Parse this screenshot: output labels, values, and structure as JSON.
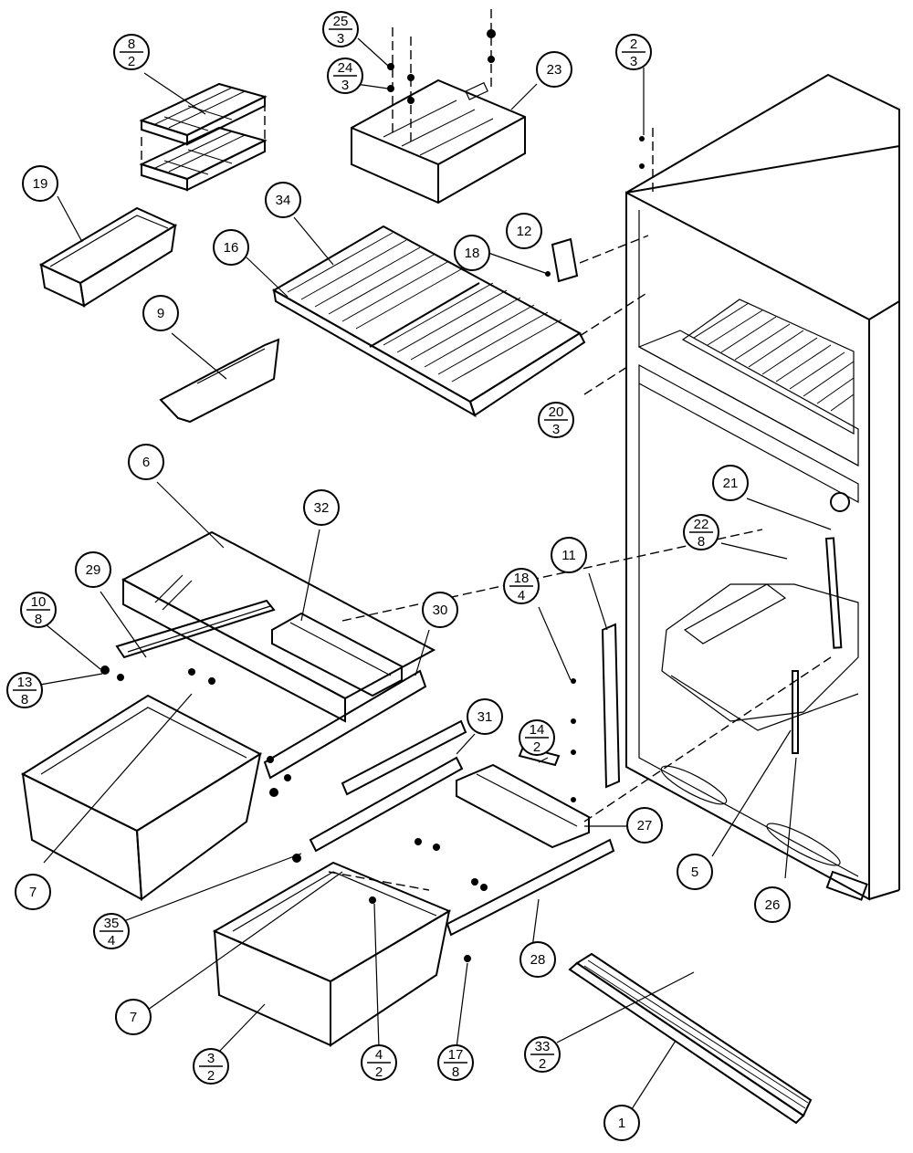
{
  "callouts": [
    {
      "id": "c8-2",
      "label": "8",
      "qty": "2"
    },
    {
      "id": "c25-3",
      "label": "25",
      "qty": "3"
    },
    {
      "id": "c24-3",
      "label": "24",
      "qty": "3"
    },
    {
      "id": "c23",
      "label": "23"
    },
    {
      "id": "c2-3",
      "label": "2",
      "qty": "3"
    },
    {
      "id": "c19",
      "label": "19"
    },
    {
      "id": "c34",
      "label": "34"
    },
    {
      "id": "c16",
      "label": "16"
    },
    {
      "id": "c12",
      "label": "12"
    },
    {
      "id": "c18a",
      "label": "18"
    },
    {
      "id": "c9",
      "label": "9"
    },
    {
      "id": "c20-3",
      "label": "20",
      "qty": "3"
    },
    {
      "id": "c6",
      "label": "6"
    },
    {
      "id": "c21",
      "label": "21"
    },
    {
      "id": "c32",
      "label": "32"
    },
    {
      "id": "c22-8",
      "label": "22",
      "qty": "8"
    },
    {
      "id": "c29",
      "label": "29"
    },
    {
      "id": "c11",
      "label": "11"
    },
    {
      "id": "c18-4",
      "label": "18",
      "qty": "4"
    },
    {
      "id": "c10-8",
      "label": "10",
      "qty": "8"
    },
    {
      "id": "c30",
      "label": "30"
    },
    {
      "id": "c31",
      "label": "31"
    },
    {
      "id": "c14-2",
      "label": "14",
      "qty": "2"
    },
    {
      "id": "c13-8",
      "label": "13",
      "qty": "8"
    },
    {
      "id": "c27",
      "label": "27"
    },
    {
      "id": "c7a",
      "label": "7"
    },
    {
      "id": "c5",
      "label": "5"
    },
    {
      "id": "c26",
      "label": "26"
    },
    {
      "id": "c35-4",
      "label": "35",
      "qty": "4"
    },
    {
      "id": "c28",
      "label": "28"
    },
    {
      "id": "c7b",
      "label": "7"
    },
    {
      "id": "c3-2",
      "label": "3",
      "qty": "2"
    },
    {
      "id": "c4-2",
      "label": "4",
      "qty": "2"
    },
    {
      "id": "c17-8",
      "label": "17",
      "qty": "8"
    },
    {
      "id": "c33-2",
      "label": "33",
      "qty": "2"
    },
    {
      "id": "c1",
      "label": "1"
    }
  ]
}
